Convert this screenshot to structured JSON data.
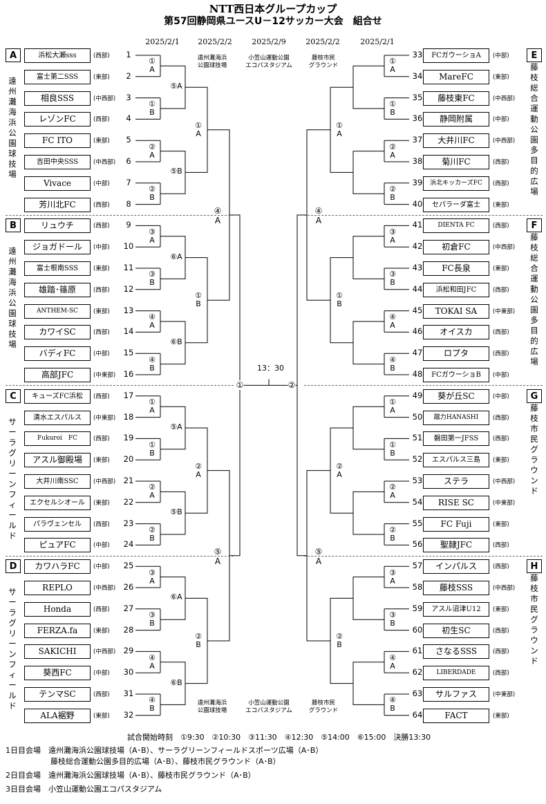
{
  "title": "NTT西日本グループカップ",
  "subtitle": "第57回静岡県ユースU－12サッカー大会　組合せ",
  "dates": [
    "2025/2/1",
    "2025/2/2",
    "2025/2/9",
    "2025/2/2",
    "2025/2/1"
  ],
  "venues_top": [
    "遠州灘海浜\n公園球技場",
    "小笠山運動公園\nエコパスタジアム",
    "藤枝市民\nグラウンド"
  ],
  "venues_bottom": [
    "遠州灘海浜\n公園球技場",
    "小笠山運動公園\nエコパスタジアム",
    "藤枝市民\nグラウンド"
  ],
  "groups": [
    {
      "letter": "A",
      "venue": "遠州灘海浜公園球技場"
    },
    {
      "letter": "B",
      "venue": "遠州灘海浜公園球技場"
    },
    {
      "letter": "C",
      "venue": "サーラグリーンフィールド"
    },
    {
      "letter": "D",
      "venue": "サーラグリーンフィールド"
    },
    {
      "letter": "E",
      "venue": "藤枝総合運動公園多目的広場"
    },
    {
      "letter": "F",
      "venue": "藤枝総合運動公園多目的広場"
    },
    {
      "letter": "G",
      "venue": "藤枝市民グラウンド"
    },
    {
      "letter": "H",
      "venue": "藤枝市民グラウンド"
    }
  ],
  "left_teams": [
    {
      "name": "浜松大瀬sss",
      "region": "(西部)",
      "no": "1"
    },
    {
      "name": "富士第二SSS",
      "region": "(東部)",
      "no": "2"
    },
    {
      "name": "相良SSS",
      "region": "(中西部)",
      "no": "3"
    },
    {
      "name": "レゾンFC",
      "region": "(西部)",
      "no": "4"
    },
    {
      "name": "FC ITO",
      "region": "(東部)",
      "no": "5"
    },
    {
      "name": "吉田中央SSS",
      "region": "(中西部)",
      "no": "6"
    },
    {
      "name": "Vivace",
      "region": "(中部)",
      "no": "7"
    },
    {
      "name": "芳川北FC",
      "region": "(西部)",
      "no": "8"
    },
    {
      "name": "リュウチ",
      "region": "(西部)",
      "no": "9"
    },
    {
      "name": "ジョガドール",
      "region": "(中部)",
      "no": "10"
    },
    {
      "name": "富士根南SSS",
      "region": "(東部)",
      "no": "11"
    },
    {
      "name": "雄踏･篠原",
      "region": "(西部)",
      "no": "12"
    },
    {
      "name": "ANTHEM-SC",
      "region": "(東部)",
      "no": "13"
    },
    {
      "name": "カワイSC",
      "region": "(西部)",
      "no": "14"
    },
    {
      "name": "バディFC",
      "region": "(中部)",
      "no": "15"
    },
    {
      "name": "高部JFC",
      "region": "(中東部)",
      "no": "16"
    },
    {
      "name": "キューズFC浜松",
      "region": "(西部)",
      "no": "17"
    },
    {
      "name": "清水エスパルス",
      "region": "(中東部)",
      "no": "18"
    },
    {
      "name": "Fukuroi　FC",
      "region": "(西部)",
      "no": "19"
    },
    {
      "name": "アスル御殿場",
      "region": "(東部)",
      "no": "20"
    },
    {
      "name": "大井川南SSC",
      "region": "(中西部)",
      "no": "21"
    },
    {
      "name": "エクセルシオール",
      "region": "(東部)",
      "no": "22"
    },
    {
      "name": "パラヴェンセル",
      "region": "(西部)",
      "no": "23"
    },
    {
      "name": "ピュアFC",
      "region": "(中部)",
      "no": "24"
    },
    {
      "name": "カワハラFC",
      "region": "(中部)",
      "no": "25"
    },
    {
      "name": "REPLO",
      "region": "(中西部)",
      "no": "26"
    },
    {
      "name": "Honda",
      "region": "(西部)",
      "no": "27"
    },
    {
      "name": "FERZA.fa",
      "region": "(東部)",
      "no": "28"
    },
    {
      "name": "SAKICHI",
      "region": "(中西部)",
      "no": "29"
    },
    {
      "name": "葵西FC",
      "region": "(中部)",
      "no": "30"
    },
    {
      "name": "テンマSC",
      "region": "(西部)",
      "no": "31"
    },
    {
      "name": "ALA裾野",
      "region": "(東部)",
      "no": "32"
    }
  ],
  "right_teams": [
    {
      "name": "FCガウーショA",
      "region": "(中部)",
      "no": "33"
    },
    {
      "name": "MareFC",
      "region": "(東部)",
      "no": "34"
    },
    {
      "name": "藤枝東FC",
      "region": "(中西部)",
      "no": "35"
    },
    {
      "name": "静岡附属",
      "region": "(中部)",
      "no": "36"
    },
    {
      "name": "大井川FC",
      "region": "(中西部)",
      "no": "37"
    },
    {
      "name": "菊川FC",
      "region": "(西部)",
      "no": "38"
    },
    {
      "name": "浜北キッカーズFC",
      "region": "(西部)",
      "no": "39"
    },
    {
      "name": "セパラーダ富士",
      "region": "(東部)",
      "no": "40"
    },
    {
      "name": "DIENTA FC",
      "region": "(西部)",
      "no": "41"
    },
    {
      "name": "初倉FC",
      "region": "(中西部)",
      "no": "42"
    },
    {
      "name": "FC長泉",
      "region": "(東部)",
      "no": "43"
    },
    {
      "name": "浜松和田JFC",
      "region": "(西部)",
      "no": "44"
    },
    {
      "name": "TOKAI SA",
      "region": "(中東部)",
      "no": "45"
    },
    {
      "name": "オイスカ",
      "region": "(西部)",
      "no": "46"
    },
    {
      "name": "ロプタ",
      "region": "(西部)",
      "no": "47"
    },
    {
      "name": "FCガウーショB",
      "region": "(中部)",
      "no": "48"
    },
    {
      "name": "葵が丘SC",
      "region": "(中部)",
      "no": "49"
    },
    {
      "name": "蹴力HANASHI",
      "region": "(西部)",
      "no": "50"
    },
    {
      "name": "磐田第一JFSS",
      "region": "(西部)",
      "no": "51"
    },
    {
      "name": "エスパルス三島",
      "region": "(東部)",
      "no": "52"
    },
    {
      "name": "ステラ",
      "region": "(中西部)",
      "no": "53"
    },
    {
      "name": "RISE SC",
      "region": "(中東部)",
      "no": "54"
    },
    {
      "name": "FC Fuji",
      "region": "(東部)",
      "no": "55"
    },
    {
      "name": "聖隷JFC",
      "region": "(西部)",
      "no": "56"
    },
    {
      "name": "インパルス",
      "region": "(西部)",
      "no": "57"
    },
    {
      "name": "藤枝SSS",
      "region": "(中西部)",
      "no": "58"
    },
    {
      "name": "アスル沼津U12",
      "region": "(東部)",
      "no": "59"
    },
    {
      "name": "初生SC",
      "region": "(西部)",
      "no": "60"
    },
    {
      "name": "さなるSSS",
      "region": "(西部)",
      "no": "61"
    },
    {
      "name": "LIBERDADE",
      "region": "(西部)",
      "no": "62"
    },
    {
      "name": "サルファス",
      "region": "(中東部)",
      "no": "63"
    },
    {
      "name": "FACT",
      "region": "(東部)",
      "no": "64"
    }
  ],
  "round1_labels": [
    "①\nA",
    "①\nB",
    "②\nA",
    "②\nB",
    "③\nA",
    "③\nB",
    "④\nA",
    "④\nB",
    "①\nA",
    "①\nB",
    "②\nA",
    "②\nB",
    "③\nA",
    "③\nB",
    "④\nA",
    "④\nB"
  ],
  "round2_labels": [
    "⑤A",
    "⑤B",
    "⑥A",
    "⑥B",
    "⑤A",
    "⑤B",
    "⑥A",
    "⑥B"
  ],
  "round3_labels": [
    "①\nA",
    "①\nB",
    "②\nA",
    "②\nB"
  ],
  "round4_labels": [
    "④\nA",
    "⑤\nA"
  ],
  "semi_labels": [
    "①",
    "②"
  ],
  "final_time": "13：30",
  "footer": {
    "times": "試合開始時刻　①9:30　②10:30　③11:30　④12:30　⑤14:00　⑥15:00　決勝13:30",
    "day1": "1日目会場　遠州灘海浜公園球技場（A･B）、サーラグリーンフィールドスポーツ広場（A･B）",
    "day1b": "藤枝総合運動公園多目的広場（A･B）、藤枝市民グラウンド（A･B）",
    "day2": "2日目会場　遠州灘海浜公園球技場（A･B）、藤枝市民グラウンド（A･B）",
    "day3": "3日目会場　小笠山運動公園エコパスタジアム"
  }
}
